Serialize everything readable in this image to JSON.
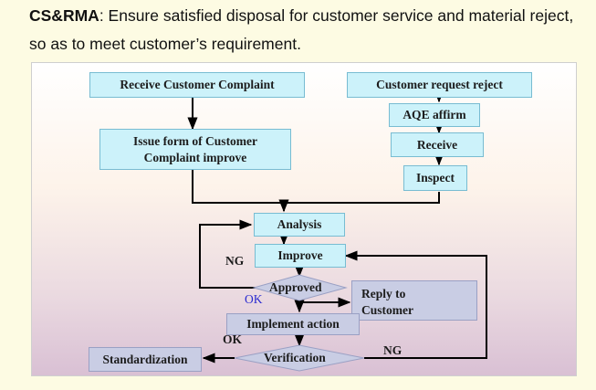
{
  "heading": {
    "bold_term": "CS&RMA",
    "description": ": Ensure satisfied disposal for customer service and material reject, so as to meet customer’s requirement."
  },
  "flowchart": {
    "nodes": {
      "receive_customer_complaint": "Receive Customer Complaint",
      "customer_request_reject": "Customer request  reject",
      "aqe_affirm": "AQE  affirm",
      "issue_form": "Issue form of Customer Complaint improve",
      "receive": "Receive",
      "inspect": "Inspect",
      "analysis": "Analysis",
      "improve": "Improve",
      "approved": "Approved",
      "reply_to_customer": "Reply to Customer",
      "implement_action": "Implement action",
      "verification": "Verification",
      "standardization": "Standardization"
    },
    "edge_labels": {
      "ng_left": "NG",
      "ok_approved": "OK",
      "ok_verification": "OK",
      "ng_verification": "NG"
    },
    "colors": {
      "process_fill": "#ccf2fa",
      "process_border": "#78bcd2",
      "decision_fill": "#c9cde4",
      "ok_label": "#2b2bd0",
      "connector": "#000000"
    }
  }
}
